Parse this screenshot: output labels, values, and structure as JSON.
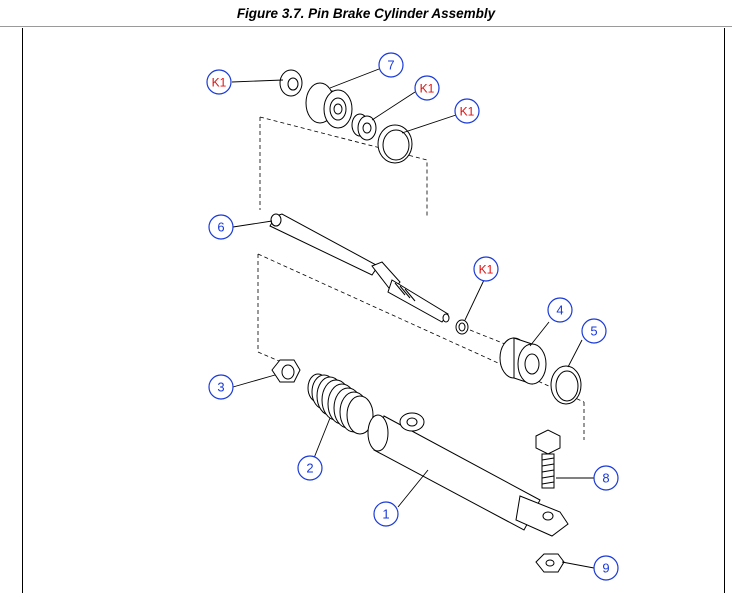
{
  "figure_title": "Figure 3.7.  Pin Brake Cylinder Assembly",
  "callouts": [
    {
      "label": "K1",
      "color": "red"
    },
    {
      "label": "7",
      "color": "blue"
    },
    {
      "label": "K1",
      "color": "red"
    },
    {
      "label": "K1",
      "color": "red"
    },
    {
      "label": "6",
      "color": "blue"
    },
    {
      "label": "K1",
      "color": "red"
    },
    {
      "label": "4",
      "color": "blue"
    },
    {
      "label": "5",
      "color": "blue"
    },
    {
      "label": "3",
      "color": "blue"
    },
    {
      "label": "2",
      "color": "blue"
    },
    {
      "label": "8",
      "color": "blue"
    },
    {
      "label": "1",
      "color": "blue"
    },
    {
      "label": "9",
      "color": "blue"
    }
  ],
  "colors": {
    "callout_blue": "#1a3ad8",
    "callout_red_text": "#e01010"
  }
}
